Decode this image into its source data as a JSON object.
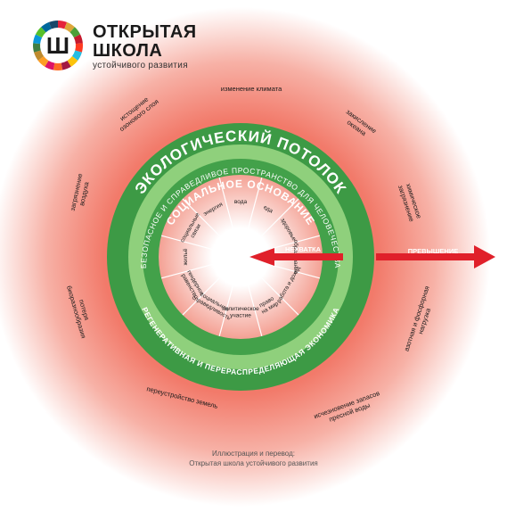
{
  "logo": {
    "title_line1": "ОТКРЫТАЯ",
    "title_line2": "ШКОЛА",
    "subtitle": "устойчивого развития",
    "mark_letter": "Ш"
  },
  "rings": {
    "ceiling": "ЭКОЛОГИЧЕСКИЙ ПОТОЛОК",
    "safe_space": "БЕЗОПАСНОЕ И СПРАВЕДЛИВОЕ ПРОСТРАНСТВО ДЛЯ ЧЕЛОВЕЧЕСТВА",
    "foundation": "СОЦИАЛЬНОЕ ОСНОВАНИЕ",
    "economy": "РЕГЕНЕРАТИВНАЯ И ПЕРЕРАСПРЕДЕЛЯЮЩАЯ ЭКОНОМИКА"
  },
  "arrows": {
    "shortfall": "НЕХВАТКА",
    "overshoot": "ПРЕВЫШЕНИЕ"
  },
  "overshoot_labels": [
    {
      "id": "climate",
      "lines": [
        "изменение климата"
      ]
    },
    {
      "id": "acid",
      "lines": [
        "закисление",
        "океана"
      ]
    },
    {
      "id": "chem",
      "lines": [
        "химическое",
        "загрязнение"
      ]
    },
    {
      "id": "nitro",
      "lines": [
        "азотная и фосфорная",
        "нагрузка"
      ]
    },
    {
      "id": "water",
      "lines": [
        "исчезновение запасов",
        "пресной воды"
      ]
    },
    {
      "id": "land",
      "lines": [
        "переустройство земель"
      ]
    },
    {
      "id": "bio",
      "lines": [
        "потеря",
        "биоразнообразия"
      ]
    },
    {
      "id": "air",
      "lines": [
        "загрязнение",
        "воздуха"
      ]
    },
    {
      "id": "ozone",
      "lines": [
        "истощение",
        "озонового слоя"
      ]
    }
  ],
  "social_sectors": [
    {
      "id": "water",
      "lines": [
        "вода"
      ]
    },
    {
      "id": "food",
      "lines": [
        "еда"
      ]
    },
    {
      "id": "health",
      "lines": [
        "здоровье"
      ]
    },
    {
      "id": "edu",
      "lines": [
        "образование"
      ]
    },
    {
      "id": "work",
      "lines": [
        "работа и доход"
      ]
    },
    {
      "id": "voice",
      "lines": [
        "право",
        "на мир"
      ]
    },
    {
      "id": "political",
      "lines": [
        "политическое",
        "участие"
      ]
    },
    {
      "id": "equity",
      "lines": [
        "социальная",
        "справедливость"
      ]
    },
    {
      "id": "gender",
      "lines": [
        "гендерное",
        "равенство"
      ]
    },
    {
      "id": "housing",
      "lines": [
        "жильё"
      ]
    },
    {
      "id": "networks",
      "lines": [
        "социальные",
        "связи"
      ]
    },
    {
      "id": "energy",
      "lines": [
        "энергия"
      ]
    }
  ],
  "credit": {
    "line1": "Иллюстрация и перевод:",
    "line2": "Открытая школа устойчивого развития"
  },
  "colors": {
    "ceiling_ring": "#3d9a45",
    "safe_ring": "#8fd07c",
    "foundation_ring": "#43a14a",
    "overshoot_glow": "#f26b5b",
    "sector_fill": "#f3a89c",
    "arrow": "#e0202a"
  }
}
